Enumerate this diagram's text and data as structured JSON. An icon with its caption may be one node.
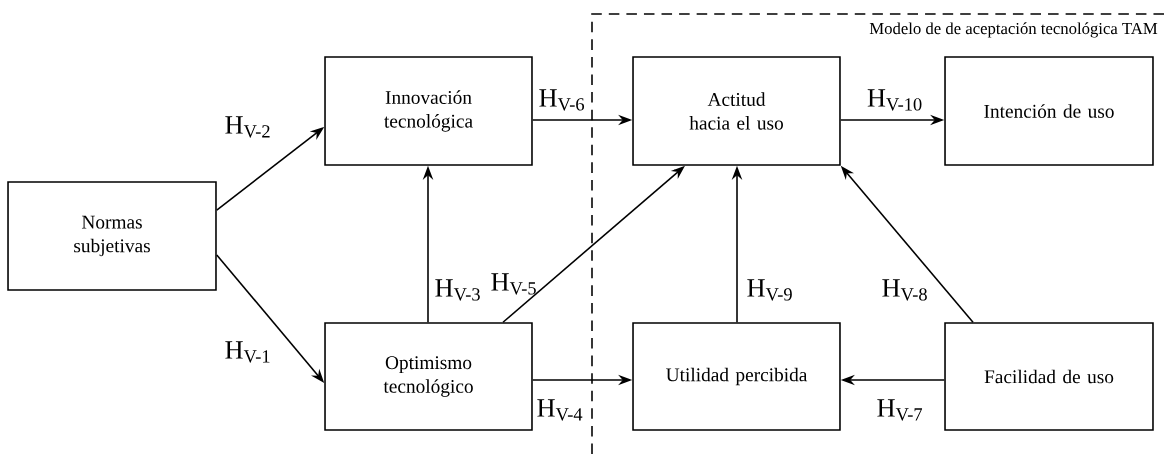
{
  "diagram": {
    "nodes": [
      {
        "text": [
          "Normas subjetivas"
        ]
      },
      {
        "text": [
          "Innovación tecnológica"
        ]
      },
      {
        "text": [
          "Optimismo tecnológico"
        ]
      },
      {
        "text": [
          "Modelo de de aceptación tecnológica TAM"
        ]
      },
      {
        "text": [
          "Actitud hacia el uso"
        ],
        "in": 3
      },
      {
        "text": [
          "Intención de uso"
        ],
        "in": 3
      },
      {
        "text": [
          "Utilidad percibida"
        ],
        "in": 3
      },
      {
        "text": [
          "Facilidad de uso"
        ],
        "in": 3
      }
    ],
    "edges": [
      {
        "from": 0,
        "to": 1,
        "arrow": "to",
        "label": "H$_{V-2}$"
      },
      {
        "from": 0,
        "to": 2,
        "arrow": "to",
        "label": "H$_{V-1}$"
      },
      {
        "from": 2,
        "to": 1,
        "arrow": "to",
        "label": "H$_{V-3}$"
      },
      {
        "from": 2,
        "to": 4,
        "arrow": "to",
        "label": "H$_{V-5}$"
      },
      {
        "from": 1,
        "to": 4,
        "arrow": "to",
        "label": "H$_{V-6}$"
      },
      {
        "from": 2,
        "to": 6,
        "arrow": "to",
        "label": "H$_{V-4}$"
      },
      {
        "from": 7,
        "to": 6,
        "arrow": "to",
        "label": "H$_{V-7}$"
      },
      {
        "from": 7,
        "to": 4,
        "arrow": "to",
        "label": "H$_{V-8}$"
      },
      {
        "from": 6,
        "to": 4,
        "arrow": "to",
        "label": "H$_{V-9}$"
      },
      {
        "from": 4,
        "to": 5,
        "arrow": "to",
        "label": "H$_{V-10}$"
      }
    ]
  }
}
